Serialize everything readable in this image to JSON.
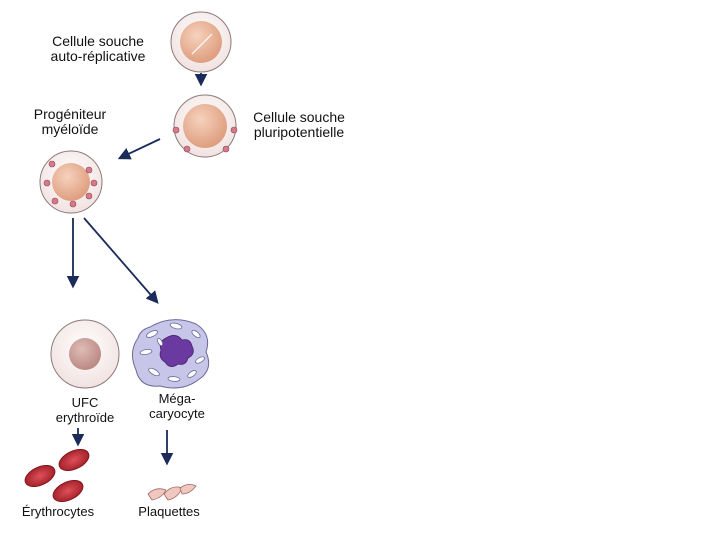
{
  "labels": {
    "self_renewing_stem_cell": {
      "line1": "Cellule souche",
      "line2": "auto-réplicative"
    },
    "myeloid_progenitor": {
      "line1": "Progéniteur",
      "line2": "myéloïde"
    },
    "pluripotent_stem_cell": {
      "line1": "Cellule souche",
      "line2": "pluripotentielle"
    },
    "cfu_e": {
      "line1": "UFC",
      "line2": "erythroïde"
    },
    "megakaryocyte": {
      "line1": "Méga-",
      "line2": "caryocyte"
    },
    "erythrocytes": "Érythrocytes",
    "platelets": "Plaquettes"
  },
  "colors": {
    "cell_membrane": "#f5e9e8",
    "cell_outline": "#8a7a7a",
    "nucleus_peach": "#e8a98a",
    "granule": "#d9788a",
    "cfu_nucleus": "#c59590",
    "megakaryocyte_body": "#c8c6e8",
    "megakaryocyte_nucleus": "#6a3aa0",
    "erythrocyte": "#b3242e",
    "platelet": "#f0c8c0",
    "arrow": "#1a2a5a"
  }
}
